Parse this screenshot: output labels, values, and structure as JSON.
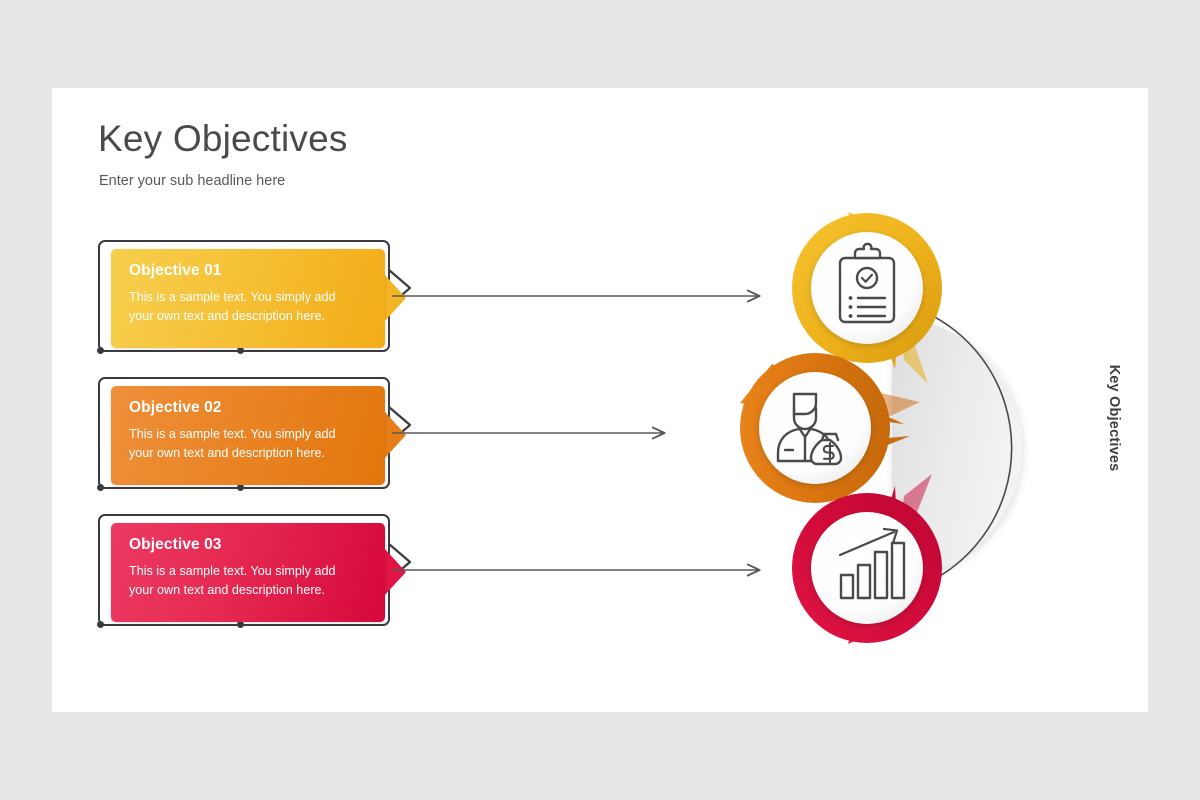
{
  "slide": {
    "title": "Key Objectives",
    "subtitle": "Enter your sub headline here",
    "background": "#ffffff",
    "canvas_background": "#e8e7e7"
  },
  "objectives": [
    {
      "title": "Objective 01",
      "description": "This is a sample text. You simply add your own text and description here.",
      "color": "#f3ac17",
      "color_light": "#f7cf4e",
      "icon": "clipboard-check-icon"
    },
    {
      "title": "Objective 02",
      "description": "This is a sample text. You simply add your own text and description here.",
      "color": "#e2760c",
      "color_light": "#ee8f3a",
      "icon": "businessman-money-icon"
    },
    {
      "title": "Objective 03",
      "description": "This is a sample text. You simply add your own text and description here.",
      "color": "#d6083c",
      "color_light": "#ec3a62",
      "icon": "growth-bar-chart-icon"
    }
  ],
  "diagram": {
    "center_label": "Key Objectives",
    "center_icon": "person-target-icon",
    "halfdisc_color": "#e6e6e7",
    "arc_arrow_color": "#4a4a4c",
    "connector_arrow_color": "#58585a"
  }
}
